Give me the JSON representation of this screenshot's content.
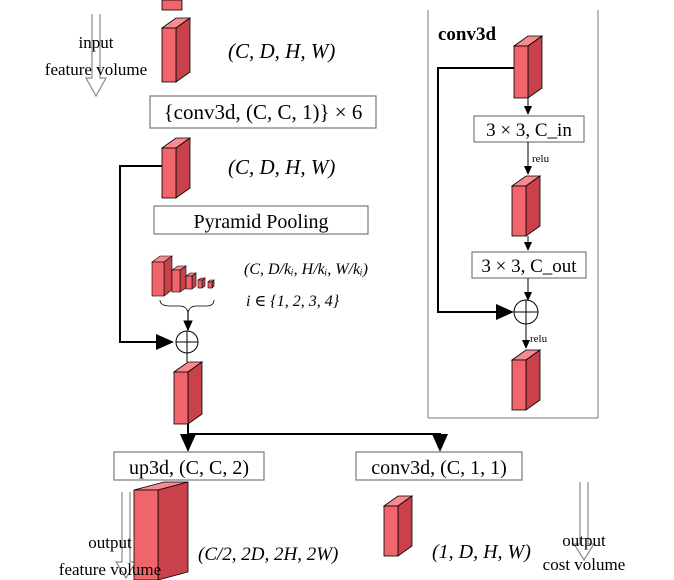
{
  "colors": {
    "block_face": "#f0646c",
    "block_side": "#c9414a",
    "block_top": "#f58a90",
    "line": "#000000",
    "box_border": "#7a7a7a",
    "hollow_arrow": "#8a8a8a"
  },
  "input": {
    "label_line1": "input",
    "label_line2": "feature volume",
    "shape": "(C, D, H, W)"
  },
  "conv_stack": {
    "label": "{conv3d, (C, C, 1)} × 6"
  },
  "mid": {
    "shape": "(C, D, H, W)"
  },
  "pyramid": {
    "label": "Pyramid Pooling",
    "shape": "(C, D/kᵢ, H/kᵢ, W/kᵢ)",
    "index": "i ∈ {1, 2, 3, 4}"
  },
  "branches": {
    "up3d": {
      "label": "up3d, (C, C, 2)"
    },
    "conv3d": {
      "label": "conv3d, (C, 1, 1)"
    }
  },
  "outputs": {
    "feature": {
      "label_line1": "output",
      "label_line2": "feature volume",
      "shape": "(C/2, 2D, 2H, 2W)"
    },
    "cost": {
      "label_line1": "output",
      "label_line2": "cost volume",
      "shape": "(1, D, H, W)"
    }
  },
  "inset": {
    "title": "conv3d",
    "layer1": "3 × 3, C_in",
    "relu1": "relu",
    "layer2": "3 × 3, C_out",
    "relu2": "relu"
  }
}
